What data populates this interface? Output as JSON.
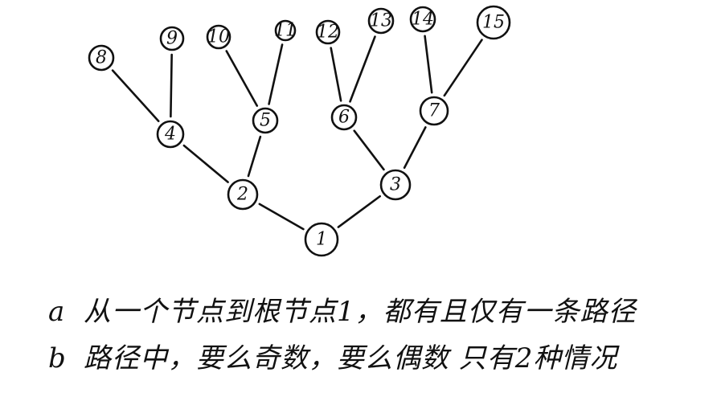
{
  "tree": {
    "nodes": [
      "1",
      "2",
      "3",
      "4",
      "5",
      "6",
      "7",
      "8",
      "9",
      "10",
      "11",
      "12",
      "13",
      "14",
      "15"
    ],
    "edges": [
      [
        "1",
        "2"
      ],
      [
        "1",
        "3"
      ],
      [
        "2",
        "4"
      ],
      [
        "2",
        "5"
      ],
      [
        "3",
        "6"
      ],
      [
        "3",
        "7"
      ],
      [
        "4",
        "8"
      ],
      [
        "4",
        "9"
      ],
      [
        "5",
        "10"
      ],
      [
        "5",
        "11"
      ],
      [
        "6",
        "12"
      ],
      [
        "6",
        "13"
      ],
      [
        "7",
        "14"
      ],
      [
        "7",
        "15"
      ]
    ]
  },
  "notes": [
    {
      "marker": "a",
      "text": "从一个节点到根节点1，都有且仅有一条路径"
    },
    {
      "marker": "b",
      "text": "路径中，要么奇数，要么偶数 只有2种情况"
    }
  ]
}
